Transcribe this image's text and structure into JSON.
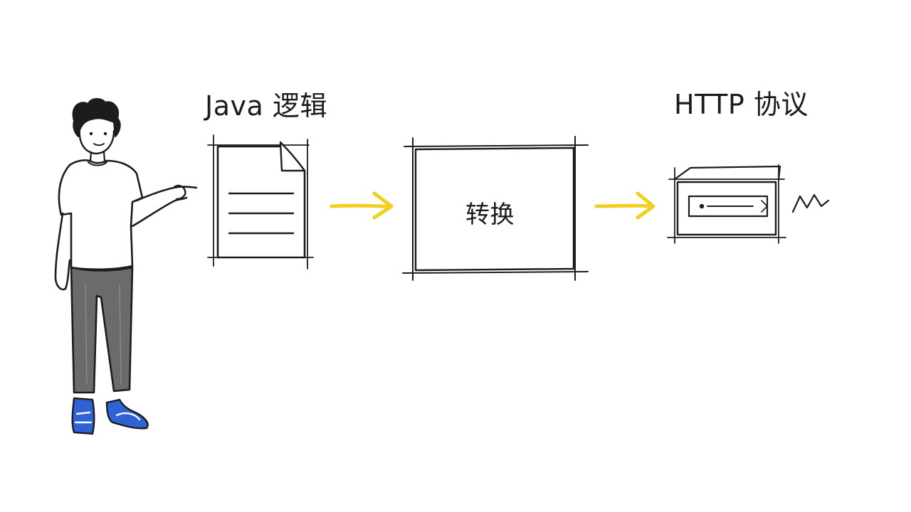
{
  "labels": {
    "java_logic": "Java 逻辑",
    "http_protocol": "HTTP 协议",
    "convert": "转换"
  },
  "colors": {
    "ink": "#1c1c1c",
    "arrow": "#f2cf1d",
    "pants": "#6b6b6b",
    "shoes": "#2f62d6"
  },
  "icons": {
    "document": "document-icon",
    "process_box": "process-box",
    "network_device": "network-device-icon",
    "signal": "signal-wave-icon",
    "person": "person-pointing"
  }
}
